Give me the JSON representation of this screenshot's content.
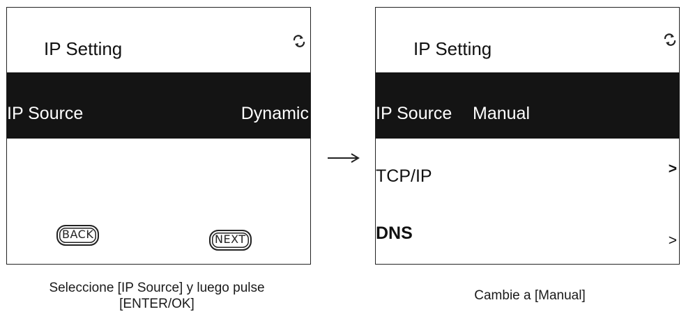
{
  "left_screen": {
    "title": "IP Setting",
    "selected_row": {
      "label": "IP Source",
      "value": "Dynamic"
    },
    "buttons": {
      "back": "BACK",
      "next": "NEXT"
    },
    "caption": "Seleccione [IP Source] y luego pulse [ENTER/OK]"
  },
  "arrow": "→",
  "right_screen": {
    "title": "IP Setting",
    "selected_row": {
      "label": "IP Source",
      "value": "Manual"
    },
    "menu": [
      {
        "label": "TCP/IP",
        "chevron": ">"
      },
      {
        "label": "DNS",
        "chevron": ">"
      }
    ],
    "caption": "Cambie a [Manual]"
  },
  "icons": {
    "status": "refresh-icon"
  },
  "colors": {
    "bar": "#141414",
    "text": "#111111",
    "background": "#ffffff"
  }
}
